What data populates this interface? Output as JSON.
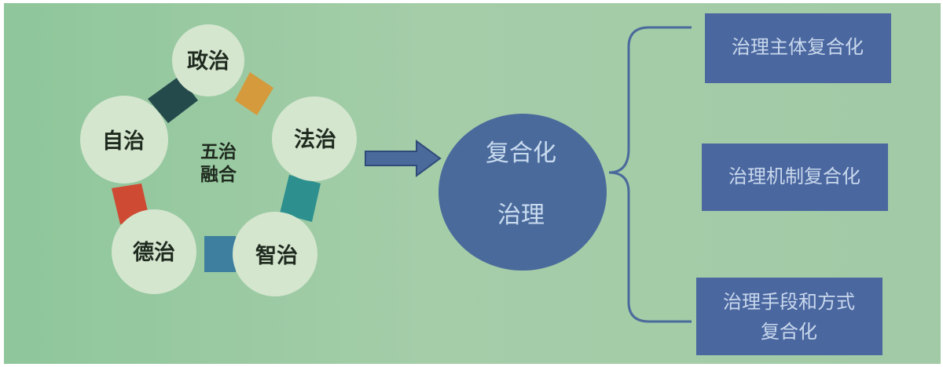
{
  "pentagon": {
    "nodes": [
      {
        "label": "政治"
      },
      {
        "label": "法治"
      },
      {
        "label": "智治"
      },
      {
        "label": "德治"
      },
      {
        "label": "自治"
      }
    ],
    "center_lines": [
      "五治",
      "融合"
    ]
  },
  "ellipse": {
    "line1": "复合化",
    "line2": "治理"
  },
  "boxes": [
    {
      "lines": [
        "治理主体复合化"
      ]
    },
    {
      "lines": [
        "治理机制复合化"
      ]
    },
    {
      "lines": [
        "治理手段和方式",
        "复合化"
      ]
    }
  ],
  "colors": {
    "background": "#9fcaa4",
    "node_fill": "#d5e6cf",
    "link_dark": "#254a4c",
    "link_orange": "#d59a3c",
    "link_teal": "#2d908f",
    "link_blue": "#3e7e9e",
    "link_red": "#cf4a33",
    "ellipse_fill": "#4b6a9c",
    "box_fill": "#4b67a0",
    "arrow_fill": "#4b6a9c"
  }
}
